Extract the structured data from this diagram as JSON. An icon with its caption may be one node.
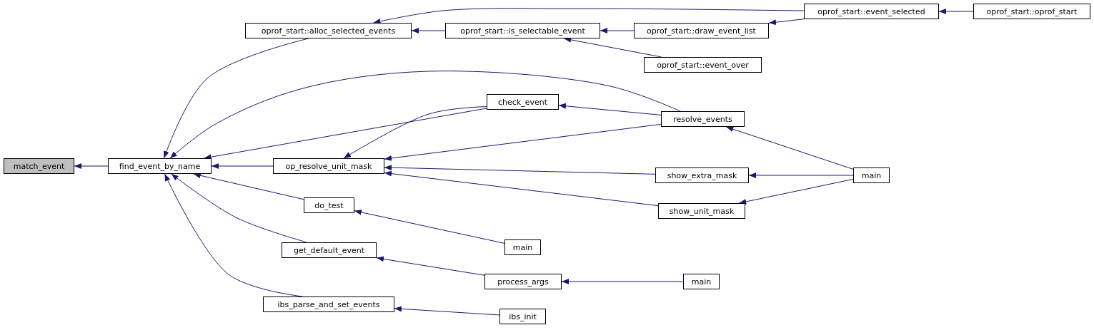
{
  "diagram": {
    "nodes": [
      {
        "text": [
          "match_event"
        ]
      },
      {
        "text": [
          "find_event_by_name"
        ]
      },
      {
        "text": [
          "oprof_start::alloc_selected_events"
        ]
      },
      {
        "text": [
          "oprof_start::is_selectable_event"
        ]
      },
      {
        "text": [
          "oprof_start::event_selected"
        ]
      },
      {
        "text": [
          "oprof_start::oprof_start"
        ]
      },
      {
        "text": [
          "oprof_start::draw_event_list"
        ]
      },
      {
        "text": [
          "oprof_start::event_over"
        ]
      },
      {
        "text": [
          "check_event"
        ]
      },
      {
        "text": [
          "resolve_events"
        ]
      },
      {
        "text": [
          "op_resolve_unit_mask"
        ]
      },
      {
        "text": [
          "show_extra_mask"
        ]
      },
      {
        "text": [
          "main"
        ]
      },
      {
        "text": [
          "show_unit_mask"
        ]
      },
      {
        "text": [
          "do_test"
        ]
      },
      {
        "text": [
          "main"
        ]
      },
      {
        "text": [
          "get_default_event"
        ]
      },
      {
        "text": [
          "process_args"
        ]
      },
      {
        "text": [
          "main"
        ]
      },
      {
        "text": [
          "ibs_parse_and_set_events"
        ]
      },
      {
        "text": [
          "ibs_init"
        ]
      }
    ],
    "edges": [
      {
        "from": 1,
        "to": 0,
        "arrow": "to"
      },
      {
        "from": 2,
        "to": 1,
        "arrow": "to"
      },
      {
        "from": 9,
        "to": 1,
        "arrow": "to"
      },
      {
        "from": 8,
        "to": 1,
        "arrow": "to"
      },
      {
        "from": 10,
        "to": 1,
        "arrow": "to"
      },
      {
        "from": 14,
        "to": 1,
        "arrow": "to"
      },
      {
        "from": 16,
        "to": 1,
        "arrow": "to"
      },
      {
        "from": 19,
        "to": 1,
        "arrow": "to"
      },
      {
        "from": 3,
        "to": 2,
        "arrow": "to"
      },
      {
        "from": 4,
        "to": 2,
        "arrow": "to"
      },
      {
        "from": 6,
        "to": 3,
        "arrow": "to"
      },
      {
        "from": 7,
        "to": 3,
        "arrow": "to"
      },
      {
        "from": 4,
        "to": 6,
        "arrow": "to"
      },
      {
        "from": 5,
        "to": 4,
        "arrow": "to"
      },
      {
        "from": 9,
        "to": 8,
        "arrow": "to"
      },
      {
        "from": 8,
        "to": 10,
        "arrow": "to"
      },
      {
        "from": 9,
        "to": 10,
        "arrow": "to"
      },
      {
        "from": 11,
        "to": 10,
        "arrow": "to"
      },
      {
        "from": 13,
        "to": 10,
        "arrow": "to"
      },
      {
        "from": 12,
        "to": 9,
        "arrow": "to"
      },
      {
        "from": 12,
        "to": 11,
        "arrow": "to"
      },
      {
        "from": 12,
        "to": 13,
        "arrow": "to"
      },
      {
        "from": 15,
        "to": 14,
        "arrow": "to"
      },
      {
        "from": 17,
        "to": 16,
        "arrow": "to"
      },
      {
        "from": 18,
        "to": 17,
        "arrow": "to"
      },
      {
        "from": 20,
        "to": 19,
        "arrow": "to"
      }
    ]
  }
}
